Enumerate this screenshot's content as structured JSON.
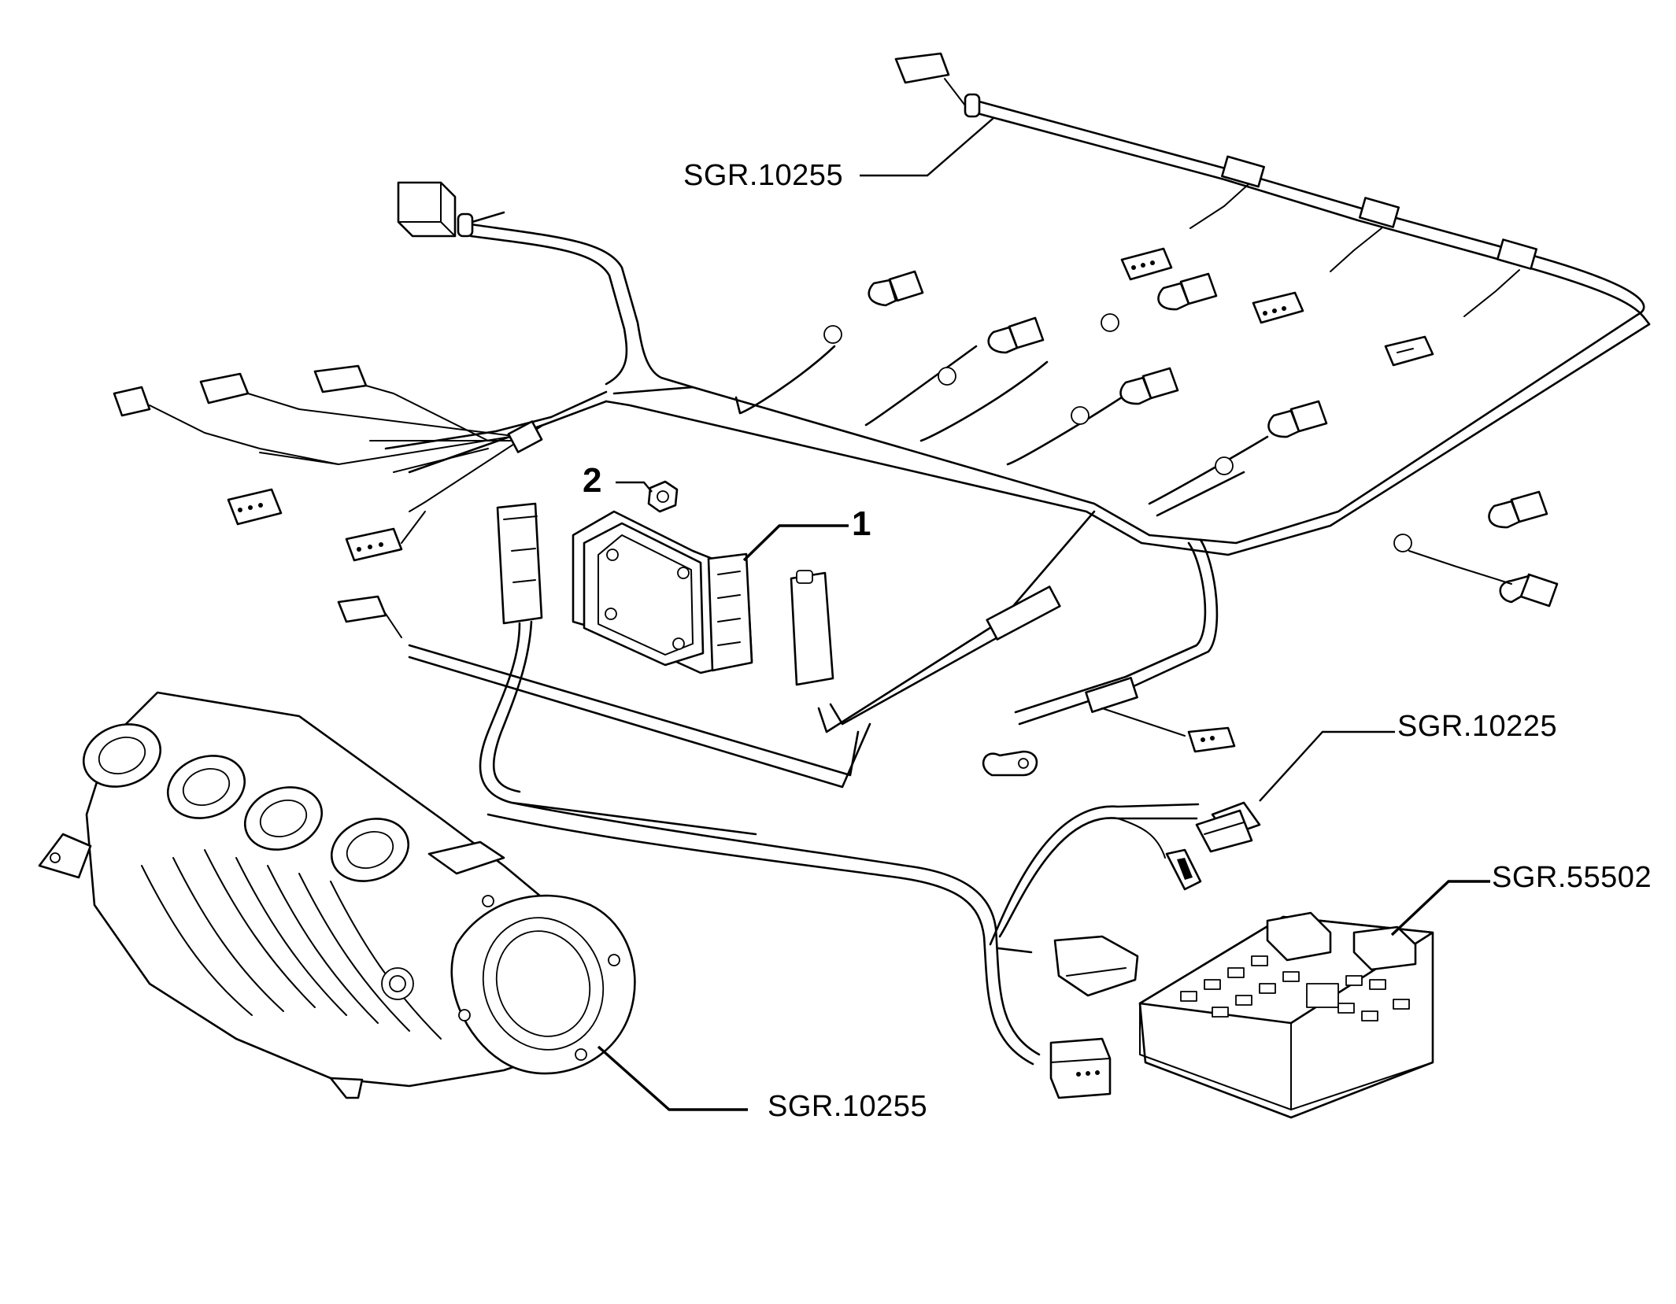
{
  "labels": {
    "harness_top": "SGR.10255",
    "connector_right": "SGR.10225",
    "fusebox": "SGR.55502",
    "manifold": "SGR.10255",
    "item_1": "1",
    "item_2": "2"
  }
}
